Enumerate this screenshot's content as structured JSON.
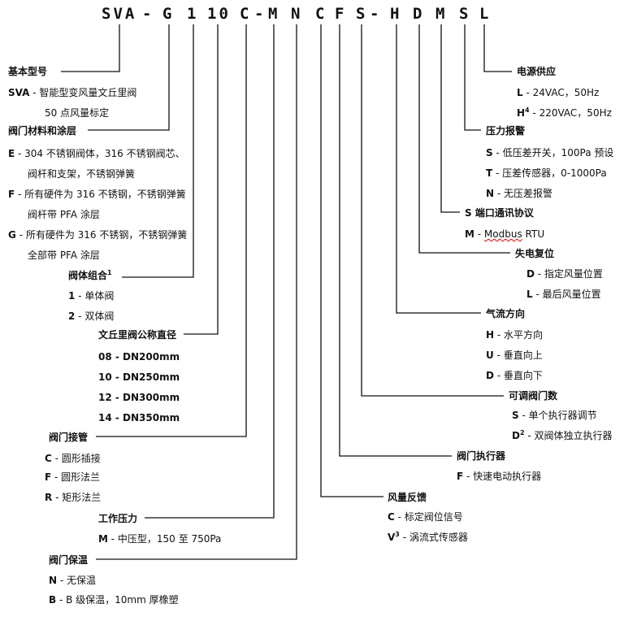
{
  "code": {
    "segments": [
      "SVA",
      "-",
      "G",
      "1",
      "10",
      "C",
      "-",
      "M",
      "N",
      "C",
      "F",
      "S",
      "-",
      "H",
      "D",
      "M",
      "S",
      "L"
    ]
  },
  "left": {
    "basic_model": {
      "heading": "基本型号",
      "line1_key": "SVA",
      "line1_text": " - 智能型变风量文丘里阀",
      "line2_text": "50 点风量标定"
    },
    "material": {
      "heading": "阀门材料和涂层",
      "e_key": "E",
      "e_text": " - 304 不锈钢阀体，316 不锈钢阀芯、",
      "e_text2": "阀杆和支架，不锈钢弹簧",
      "f_key": "F",
      "f_text": " - 所有硬件为 316 不锈钢，不锈钢弹簧",
      "f_text2": "阀杆带 PFA 涂层",
      "g_key": "G",
      "g_text": " - 所有硬件为 316 不锈钢，不锈钢弹簧",
      "g_text2": "全部带 PFA 涂层"
    },
    "body_combo": {
      "heading": "阀体组合",
      "sup": "1",
      "o1_key": "1",
      "o1_text": " - 单体阀",
      "o2_key": "2",
      "o2_text": " - 双体阀"
    },
    "diameter": {
      "heading": "文丘里阀公称直径",
      "o1": "08 - DN200mm",
      "o2": "10 - DN250mm",
      "o3": "12 - DN300mm",
      "o4": "14 - DN350mm"
    },
    "connection": {
      "heading": "阀门接管",
      "c_key": "C",
      "c_text": " - 圆形插接",
      "f_key": "F",
      "f_text": " - 圆形法兰",
      "r_key": "R",
      "r_text": " - 矩形法兰"
    },
    "pressure": {
      "heading": "工作压力",
      "m_key": "M",
      "m_text": " - 中压型，150 至 750Pa"
    },
    "insulation": {
      "heading": "阀门保温",
      "n_key": "N",
      "n_text": " - 无保温",
      "b_key": "B",
      "b_text": " - B 级保温，10mm 厚橡塑"
    }
  },
  "right": {
    "power": {
      "heading": "电源供应",
      "l_key": "L",
      "l_text": " -   24VAC，50Hz",
      "h_key": "H",
      "h_sup": "4",
      "h_text": " - 220VAC，50Hz"
    },
    "pressure_alarm": {
      "heading": "压力报警",
      "s_key": "S",
      "s_text": " - 低压差开关，100Pa 预设",
      "t_key": "T",
      "t_text": " - 压差传感器，0-1000Pa",
      "n_key": "N",
      "n_text": " - 无压差报警"
    },
    "protocol": {
      "heading": "S 端口通讯协议",
      "m_key": "M",
      "m_text_a": " - ",
      "m_text_b": "Modbus",
      "m_text_c": " RTU"
    },
    "power_fail": {
      "heading": "失电复位",
      "d_key": "D",
      "d_text": " - 指定风量位置",
      "l_key": "L",
      "l_text": " - 最后风量位置"
    },
    "airflow": {
      "heading": "气流方向",
      "h_key": "H",
      "h_text": " - 水平方向",
      "u_key": "U",
      "u_text": " - 垂直向上",
      "d_key": "D",
      "d_text": " - 垂直向下"
    },
    "adjustable": {
      "heading": "可调阀门数",
      "s_key": "S",
      "s_text": " - 单个执行器调节",
      "d_key": "D",
      "d_sup": "2",
      "d_text": " - 双阀体独立执行器"
    },
    "actuator": {
      "heading": "阀门执行器",
      "f_key": "F",
      "f_text": " - 快速电动执行器"
    },
    "feedback": {
      "heading": "风量反馈",
      "c_key": "C",
      "c_text": " - 标定阀位信号",
      "v_key": "V",
      "v_sup": "3",
      "v_text": " - 涡流式传感器"
    }
  }
}
